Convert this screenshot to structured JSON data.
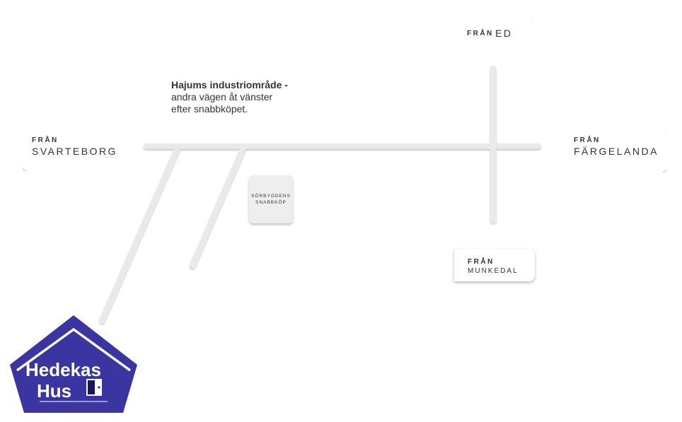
{
  "signs": {
    "svarteborg": {
      "prefix": "FRÅN",
      "place": "SVARTEBORG"
    },
    "fargelanda": {
      "prefix": "FRÅN",
      "place": "FÄRGELANDA"
    },
    "ed": {
      "prefix": "FRÅN",
      "place": "ED"
    },
    "munkedal": {
      "prefix": "FRÅN",
      "place": "MUNKEDAL"
    }
  },
  "annotation": {
    "title": "Hajums industriområde -",
    "line1": "andra vägen åt vänster",
    "line2": "efter snabbköpet."
  },
  "store": {
    "line1": "SÖRBYGDENS",
    "line2": "SNABBKÖP"
  },
  "logo": {
    "line1": "Hedekas",
    "line2": "Hus",
    "background_color": "#3a35a0",
    "foreground_color": "#ffffff",
    "door_color": "#1a1660"
  },
  "colors": {
    "road": "#e9e9ec",
    "road_shadow": "#c4c4c8"
  }
}
